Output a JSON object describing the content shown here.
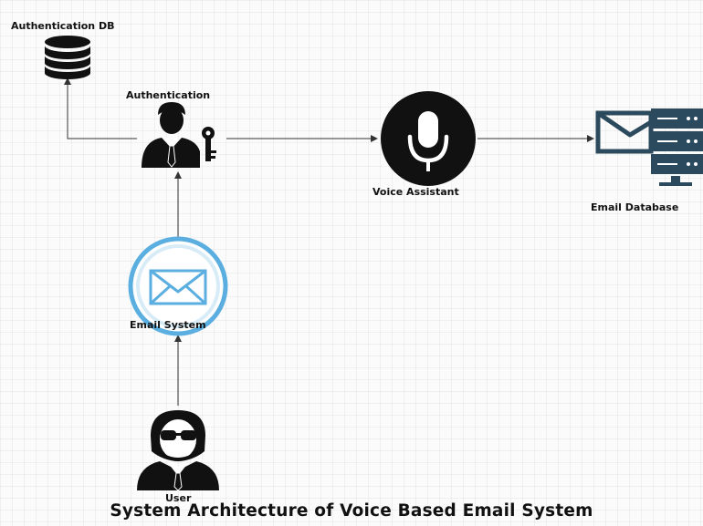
{
  "nodes": {
    "auth_db": {
      "label": "Authentication DB"
    },
    "authentication": {
      "label": "Authentication"
    },
    "voice_assistant": {
      "label": "Voice Assistant"
    },
    "email_database": {
      "label": "Email Database"
    },
    "email_system": {
      "label": "Email System"
    },
    "user": {
      "label": "User"
    }
  },
  "edges": [
    {
      "from": "user",
      "to": "email_system"
    },
    {
      "from": "email_system",
      "to": "authentication"
    },
    {
      "from": "authentication",
      "to": "auth_db"
    },
    {
      "from": "authentication",
      "to": "voice_assistant"
    },
    {
      "from": "voice_assistant",
      "to": "email_database"
    }
  ],
  "icons": {
    "auth_db": "database-icon",
    "authentication": "user-with-key-icon",
    "voice_assistant": "microphone-icon",
    "email_database": "email-server-icon",
    "email_system": "envelope-icon",
    "user": "incognito-user-icon"
  },
  "colors": {
    "icon_dark": "#111111",
    "server_blue": "#2c4a5e",
    "envelope_blue": "#5aaee0",
    "line": "#333333"
  },
  "title": "System Architecture of Voice Based Email System"
}
